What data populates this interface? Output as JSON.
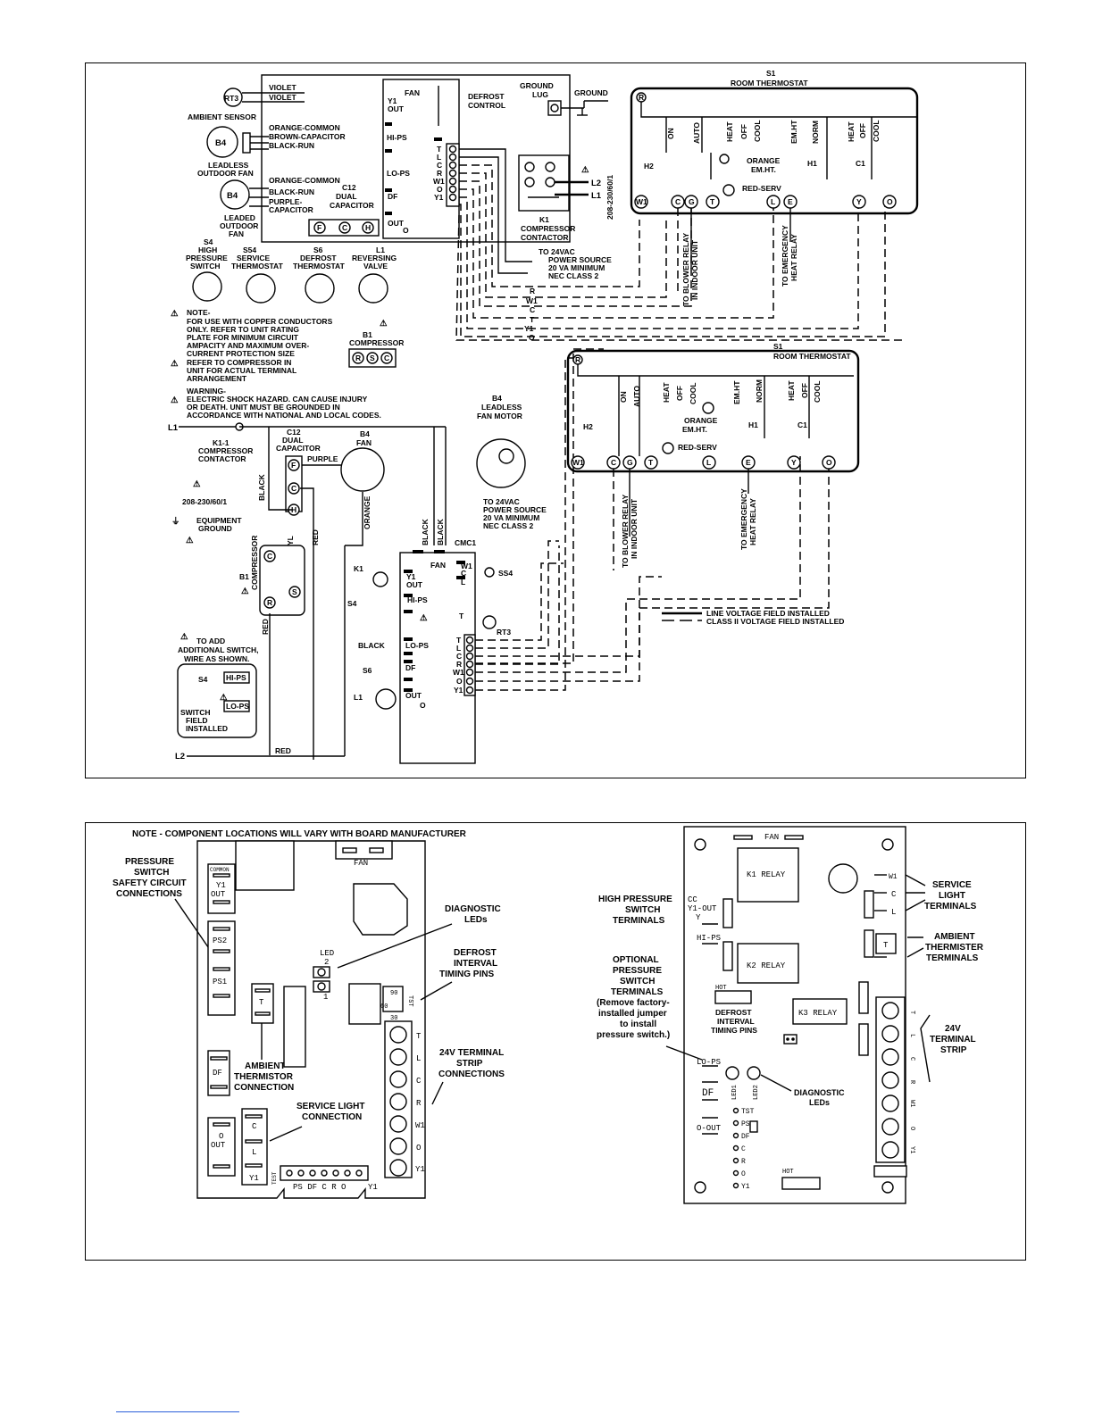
{
  "wiring_diagram": {
    "top": {
      "rt3": "RT3",
      "violet1": "VIOLET",
      "violet2": "VIOLET",
      "ambient_sensor": "AMBIENT SENSOR",
      "b4": "B4",
      "orange_common": "ORANGE-COMMON",
      "brown_capacitor": "BROWN-CAPACITOR",
      "black_run": "BLACK-RUN",
      "leadless_outdoor_fan": [
        "LEADLESS",
        "OUTDOOR FAN"
      ],
      "orange_common2": "ORANGE-COMMON",
      "black_run2": "BLACK-RUN",
      "purple_capacitor": [
        "PURPLE-",
        "CAPACITOR"
      ],
      "leaded_outdoor_fan": [
        "LEADED",
        "OUTDOOR",
        "FAN"
      ],
      "c12_dual_capacitor": [
        "C12",
        "DUAL",
        "CAPACITOR"
      ],
      "defrost_control": [
        "DEFROST",
        "CONTROL"
      ],
      "fan": "FAN",
      "y1_out": [
        "Y1",
        "OUT"
      ],
      "hi_ps": "HI-PS",
      "lo_ps": "LO-PS",
      "df": "DF",
      "out": "OUT",
      "o": "O",
      "terminals": [
        "T",
        "L",
        "C",
        "R",
        "W1",
        "O",
        "Y1"
      ],
      "ground_lug": [
        "GROUND",
        "LUG"
      ],
      "ground": "GROUND",
      "k1_contactor": [
        "K1",
        "COMPRESSOR",
        "CONTACTOR"
      ],
      "l2": "L2",
      "l1": "L1",
      "voltage": "208-230/60/1",
      "to_24vac": [
        "TO 24VAC",
        "POWER SOURCE",
        "20 VA MINIMUM",
        "NEC CLASS 2"
      ],
      "wire_letters": [
        "R",
        "W1",
        "C",
        "T",
        "Y1",
        "O"
      ],
      "s4": [
        "S4",
        "HIGH",
        "PRESSURE",
        "SWITCH"
      ],
      "s54": [
        "S54",
        "SERVICE",
        "THERMOSTAT"
      ],
      "s6": [
        "S6",
        "DEFROST",
        "THERMOSTAT"
      ],
      "l1_valve": [
        "L1",
        "REVERSING",
        "VALVE"
      ],
      "thermostat_s1": [
        "S1",
        "ROOM THERMOSTAT"
      ],
      "thermostat_switches": [
        "ON",
        "AUTO",
        "HEAT",
        "OFF",
        "COOL",
        "EM.HT",
        "NORM",
        "HEAT",
        "OFF",
        "COOL"
      ],
      "orange_emht": [
        "ORANGE",
        "EM.HT."
      ],
      "red_serv": "RED-SERV",
      "thermostat_terminals": [
        "W1",
        "C",
        "G",
        "T",
        "L",
        "E",
        "Y",
        "O"
      ],
      "to_blower": [
        "TO BLOWER RELAY",
        "IN INDOOR UNIT"
      ],
      "to_emergency": [
        "TO EMERGENCY",
        "HEAT RELAY"
      ],
      "h2": "H2",
      "h1": "H1",
      "c1": "C1",
      "r": "R"
    },
    "notes": {
      "note1": [
        "NOTE-",
        "FOR USE WITH COPPER CONDUCTORS",
        "ONLY. REFER TO UNIT RATING",
        "PLATE FOR MINIMUM CIRCUIT",
        "AMPACITY AND MAXIMUM OVER-",
        "CURRENT PROTECTION SIZE"
      ],
      "note2": [
        "REFER TO COMPRESSOR IN",
        "UNIT FOR ACTUAL TERMINAL",
        "ARRANGEMENT"
      ],
      "note3": [
        "WARNING-",
        "ELECTRIC SHOCK HAZARD. CAN CAUSE INJURY",
        "OR DEATH. UNIT MUST BE GROUNDED IN",
        "ACCORDANCE WITH NATIONAL AND LOCAL CODES."
      ],
      "b1_compressor": [
        "B1",
        "COMPRESSOR"
      ],
      "b1_terminals": [
        "R",
        "S",
        "C"
      ]
    },
    "bottom": {
      "l1": "L1",
      "k1_1": [
        "K1-1",
        "COMPRESSOR",
        "CONTACTOR"
      ],
      "c12": [
        "C12",
        "DUAL",
        "CAPACITOR"
      ],
      "b4_fan": [
        "B4",
        "FAN"
      ],
      "purple": "PURPLE",
      "black": "BLACK",
      "orange": "ORANGE",
      "yl": "YL",
      "red": "RED",
      "voltage": "208-230/60/1",
      "equip_ground": [
        "EQUIPMENT",
        "GROUND"
      ],
      "b1": [
        "B1",
        "COMPRESSOR"
      ],
      "compressor_terminals": [
        "C",
        "S",
        "R"
      ],
      "cap_terminals": [
        "F",
        "C",
        "H"
      ],
      "note4": [
        "TO ADD",
        "ADDITIONAL SWITCH,",
        "WIRE AS SHOWN."
      ],
      "switch_field": [
        "SWITCH",
        "FIELD",
        "INSTALLED"
      ],
      "b4_leadless": [
        "B4",
        "LEADLESS",
        "FAN MOTOR"
      ],
      "to_24vac": [
        "TO 24VAC",
        "POWER SOURCE",
        "20 VA MINIMUM",
        "NEC CLASS 2"
      ],
      "cmc1": "CMC1",
      "k1": "K1",
      "s4": "S4",
      "s6": "S6",
      "l1b": "L1",
      "ss4": "SS4",
      "rt3": "RT3",
      "black2": "BLACK",
      "l2": "L2",
      "red2": "RED",
      "legend_line": "LINE VOLTAGE FIELD INSTALLED",
      "legend_class2": "CLASS II VOLTAGE FIELD INSTALLED",
      "hi_ps": "HI-PS",
      "lo_ps": "LO-PS"
    }
  },
  "board_diagram": {
    "note": "NOTE - COMPONENT LOCATIONS WILL VARY WITH BOARD MANUFACTURER",
    "left_callouts": {
      "pressure": [
        "PRESSURE",
        "SWITCH",
        "SAFETY CIRCUIT",
        "CONNECTIONS"
      ],
      "diagnostic": [
        "DIAGNOSTIC",
        "LEDs"
      ],
      "defrost": [
        "DEFROST",
        "INTERVAL",
        "TIMING PINS"
      ],
      "ambient": [
        "AMBIENT",
        "THERMISTOR",
        "CONNECTION"
      ],
      "service": [
        "SERVICE LIGHT",
        "CONNECTION"
      ],
      "terminal": [
        "24V TERMINAL",
        "STRIP",
        "CONNECTIONS"
      ]
    },
    "left_board": {
      "fan": "FAN",
      "common": "COMMON",
      "y1_out": [
        "Y1",
        "OUT"
      ],
      "ps2": "PS2",
      "ps1": "PS1",
      "led": [
        "LED",
        "2",
        "1"
      ],
      "t": "T",
      "df": "DF",
      "o_out": [
        "O",
        "OUT"
      ],
      "c": "C",
      "l": "L",
      "y1": "Y1",
      "timing": [
        "90",
        "60",
        "30",
        "TST"
      ],
      "strip": [
        "T",
        "L",
        "C",
        "R",
        "W1",
        "O",
        "Y1"
      ],
      "bottom_pins": "PS DF  C  R  O",
      "bottom_y1": "Y1",
      "test": "TEST"
    },
    "right_board": {
      "fan": "FAN",
      "k1": "K1 RELAY",
      "k2": "K2 RELAY",
      "k3": "K3 RELAY",
      "hot": "HOT",
      "hot2": "HOT",
      "cc": "CC",
      "y1_out": "Y1-OUT",
      "y": "Y",
      "hi_ps": "HI-PS",
      "lo_ps": "LO-PS",
      "df": "DF",
      "o_out": "O-OUT",
      "led1": "LED1",
      "led2": "LED2",
      "pins": [
        "TST",
        "PS",
        "DF",
        "C",
        "R",
        "O",
        "Y1"
      ],
      "w1": "W1",
      "c": "C",
      "l": "L",
      "t": "T",
      "strip": [
        "T",
        "L",
        "C",
        "R",
        "W1",
        "O",
        "Y1"
      ],
      "defrost": [
        "DEFROST",
        "INTERVAL",
        "TIMING PINS"
      ]
    },
    "right_callouts": {
      "hps": [
        "HIGH PRESSURE",
        "SWITCH",
        "TERMINALS"
      ],
      "optional": [
        "OPTIONAL",
        "PRESSURE",
        "SWITCH",
        "TERMINALS",
        "(Remove factory-",
        "installed jumper",
        "to install",
        "pressure switch.)"
      ],
      "service": [
        "SERVICE",
        "LIGHT",
        "TERMINALS"
      ],
      "ambient": [
        "AMBIENT",
        "THERMISTER",
        "TERMINALS"
      ],
      "strip": [
        "24V",
        "TERMINAL",
        "STRIP"
      ],
      "diag": [
        "DIAGNOSTIC",
        "LEDs"
      ]
    }
  }
}
